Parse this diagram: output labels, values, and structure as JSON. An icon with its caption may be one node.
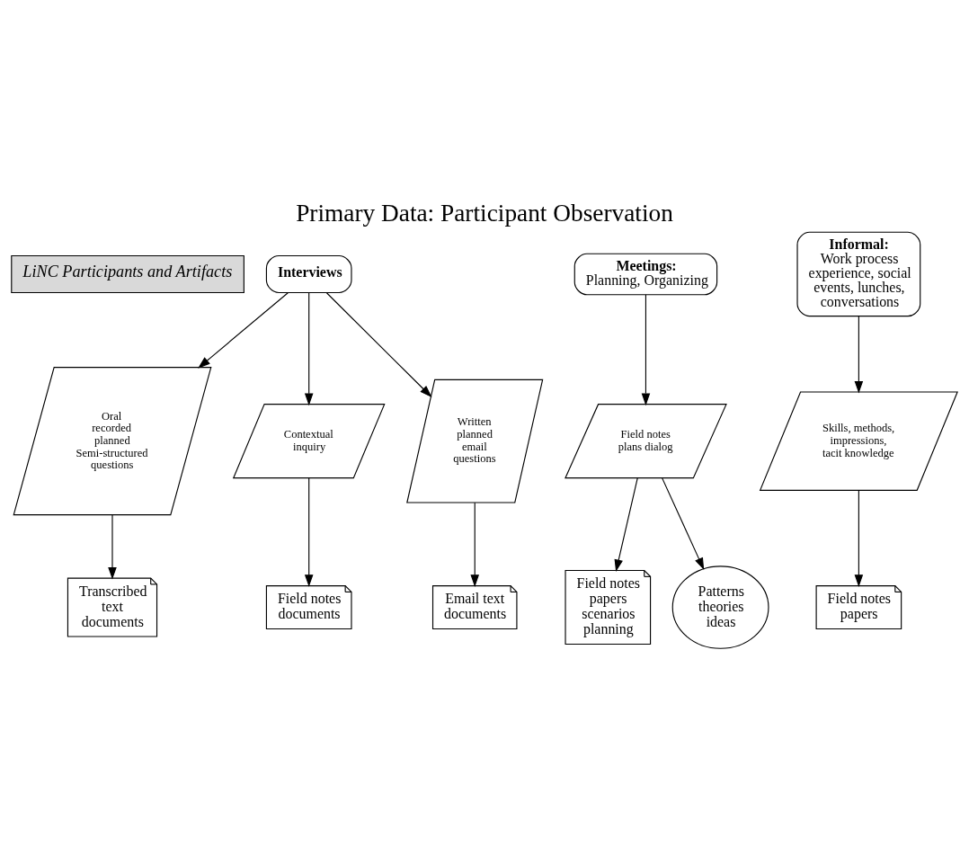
{
  "diagram": {
    "title": "Primary Data: Participant Observation",
    "nodes": [
      {
        "text": [
          "LiNC Participants and Artifacts"
        ]
      },
      {
        "text": [
          "Interviews"
        ]
      },
      {
        "text": [
          "Meetings:",
          "Planning, Organizing"
        ]
      },
      {
        "text": [
          "Informal:",
          "Work process experience, social events, lunches, conversations"
        ]
      },
      {
        "text": [
          "Oral recorded planned Semi-structured questions"
        ]
      },
      {
        "text": [
          "Contextual inquiry"
        ]
      },
      {
        "text": [
          "Written planned email questions"
        ]
      },
      {
        "text": [
          "Field notes plans dialog"
        ]
      },
      {
        "text": [
          "Skills, methods, impressions, tacit knowledge"
        ]
      },
      {
        "text": [
          "Transcribed text documents"
        ]
      },
      {
        "text": [
          "Field notes documents"
        ]
      },
      {
        "text": [
          "Email text documents"
        ]
      },
      {
        "text": [
          "Field notes papers scenarios planning"
        ]
      },
      {
        "text": [
          "Patterns theories ideas"
        ]
      },
      {
        "text": [
          "Field notes papers"
        ]
      }
    ],
    "edges": [
      {
        "from": 1,
        "to": 4,
        "arrow": "to"
      },
      {
        "from": 1,
        "to": 5,
        "arrow": "to"
      },
      {
        "from": 1,
        "to": 6,
        "arrow": "to"
      },
      {
        "from": 2,
        "to": 7,
        "arrow": "to"
      },
      {
        "from": 3,
        "to": 8,
        "arrow": "to"
      },
      {
        "from": 4,
        "to": 9,
        "arrow": "to"
      },
      {
        "from": 5,
        "to": 10,
        "arrow": "to"
      },
      {
        "from": 6,
        "to": 11,
        "arrow": "to"
      },
      {
        "from": 7,
        "to": 12,
        "arrow": "to"
      },
      {
        "from": 7,
        "to": 13,
        "arrow": "to"
      },
      {
        "from": 8,
        "to": 14,
        "arrow": "to"
      }
    ]
  }
}
